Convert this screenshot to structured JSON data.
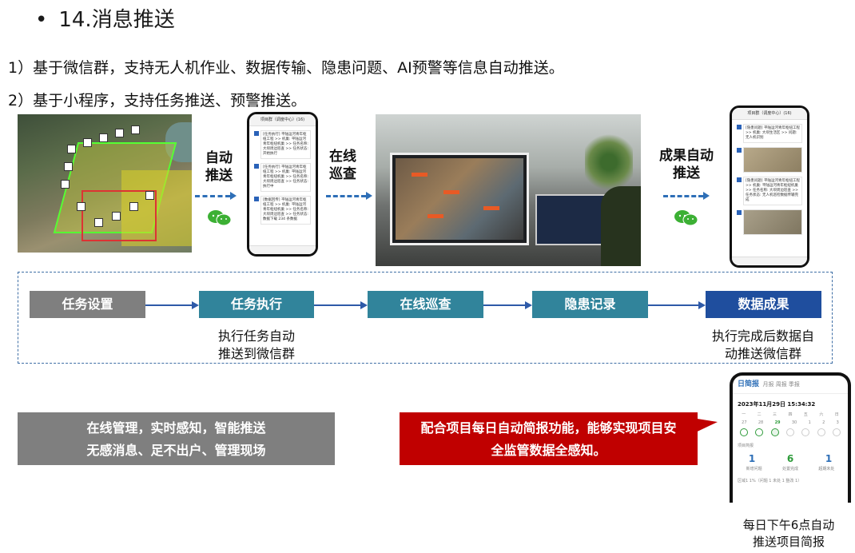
{
  "title": {
    "bullet": "•",
    "text": "14.消息推送"
  },
  "points": [
    "1）基于微信群，支持无人机作业、数据传输、隐患问题、AI预警等信息自动推送。",
    "2）基于小程序，支持任务推送、预警推送。"
  ],
  "flow_top": {
    "label_auto_push": [
      "自动",
      "推送"
    ],
    "label_online_patrol": [
      "在线",
      "巡查"
    ],
    "label_result_push": [
      "成果自动",
      "推送"
    ]
  },
  "phone_left": {
    "header": "项目群（调度中心）(16)",
    "messages": [
      "[任务执行] 平陆运河青年枢纽工程 >> 机巢: 平陆运河青年枢纽机巢 >> 任务名称: 大坝周边巡查 >> 任务状态: 开始执行",
      "[任务执行] 平陆运河青年枢纽工程 >> 机巢: 平陆运河青年枢纽机巢 >> 任务名称: 大坝周边巡查 >> 任务状态: 执行中",
      "[数据回传] 平陆运河青年枢纽工程 >> 机巢: 平陆运河青年枢纽机巢 >> 任务名称: 大坝周边巡查 >> 任务状态: 数据下载 234 条数据"
    ]
  },
  "phone_right": {
    "header": "项目群（调度中心）(16)",
    "messages": [
      "[隐患问题] 平陆运河青年枢纽工程 >> 机巢: 大坝生活区 >> 问题: 无人机识别",
      "[隐患问题] 平陆运河青年枢纽工程 >> 机巢: 平陆运河青年枢纽机巢 >> 任务名称: 大坝周边巡查 >> 任务状态: 无人机巡检数据传输完成"
    ]
  },
  "steps": [
    {
      "label": "任务设置",
      "color": "#7f7f7f"
    },
    {
      "label": "任务执行",
      "color": "#31849b"
    },
    {
      "label": "在线巡查",
      "color": "#31849b"
    },
    {
      "label": "隐患记录",
      "color": "#31849b"
    },
    {
      "label": "数据成果",
      "color": "#1f4e9e"
    }
  ],
  "captions": {
    "execute": [
      "执行任务自动",
      "推送到微信群"
    ],
    "complete": [
      "执行完成后数据自",
      "动推送微信群"
    ]
  },
  "grey_box": [
    "在线管理，实时感知，智能推送",
    "无感消息、足不出户、管理现场"
  ],
  "callout": [
    "配合项目每日自动简报功能，能够实现项目安",
    "全监管数据全感知。"
  ],
  "report": {
    "tab_active": "日简报",
    "tab_others": "月报  周报  季报",
    "datetime": "2023年11月29日 15:34:32",
    "weekdays": [
      "一",
      "二",
      "三",
      "四",
      "五",
      "六",
      "日"
    ],
    "days": [
      "27",
      "28",
      "29",
      "30",
      "1",
      "2",
      "3"
    ],
    "section": "项目简报",
    "numbers": [
      "1",
      "6",
      "1"
    ],
    "num_labels": [
      "新增问题",
      "处置完成",
      "超期未处"
    ],
    "footer": "区域1  1%（问题 1 未处 1 整改 1）"
  },
  "report_caption": [
    "每日下午6点自动",
    "推送项目简报"
  ],
  "colors": {
    "arrow": "#2e6fb7",
    "flow_line": "#2e5aa8",
    "callout": "#c00000",
    "grey": "#7f7f7f"
  }
}
